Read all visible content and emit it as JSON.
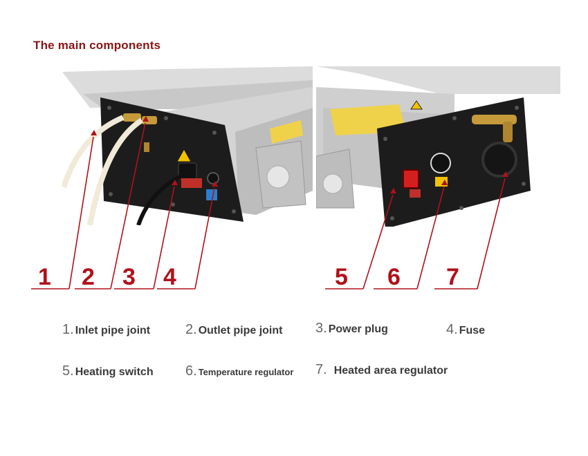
{
  "title": "The main components",
  "callout_numbers": [
    "1",
    "2",
    "3",
    "4",
    "5",
    "6",
    "7"
  ],
  "legend": [
    {
      "num": "1.",
      "label": "Inlet pipe joint"
    },
    {
      "num": "2.",
      "label": "Outlet pipe joint"
    },
    {
      "num": "3.",
      "label": "Power plug"
    },
    {
      "num": "4.",
      "label": "Fuse"
    },
    {
      "num": "5.",
      "label": "Heating switch"
    },
    {
      "num": "6.",
      "label": "Temperature regulator"
    },
    {
      "num": "7.",
      "label": "Heated area regulator"
    }
  ],
  "colors": {
    "accent": "#b0111a",
    "title": "#8a1515",
    "chassis": "#1e1e1e",
    "panel": "#d8d8d8"
  }
}
